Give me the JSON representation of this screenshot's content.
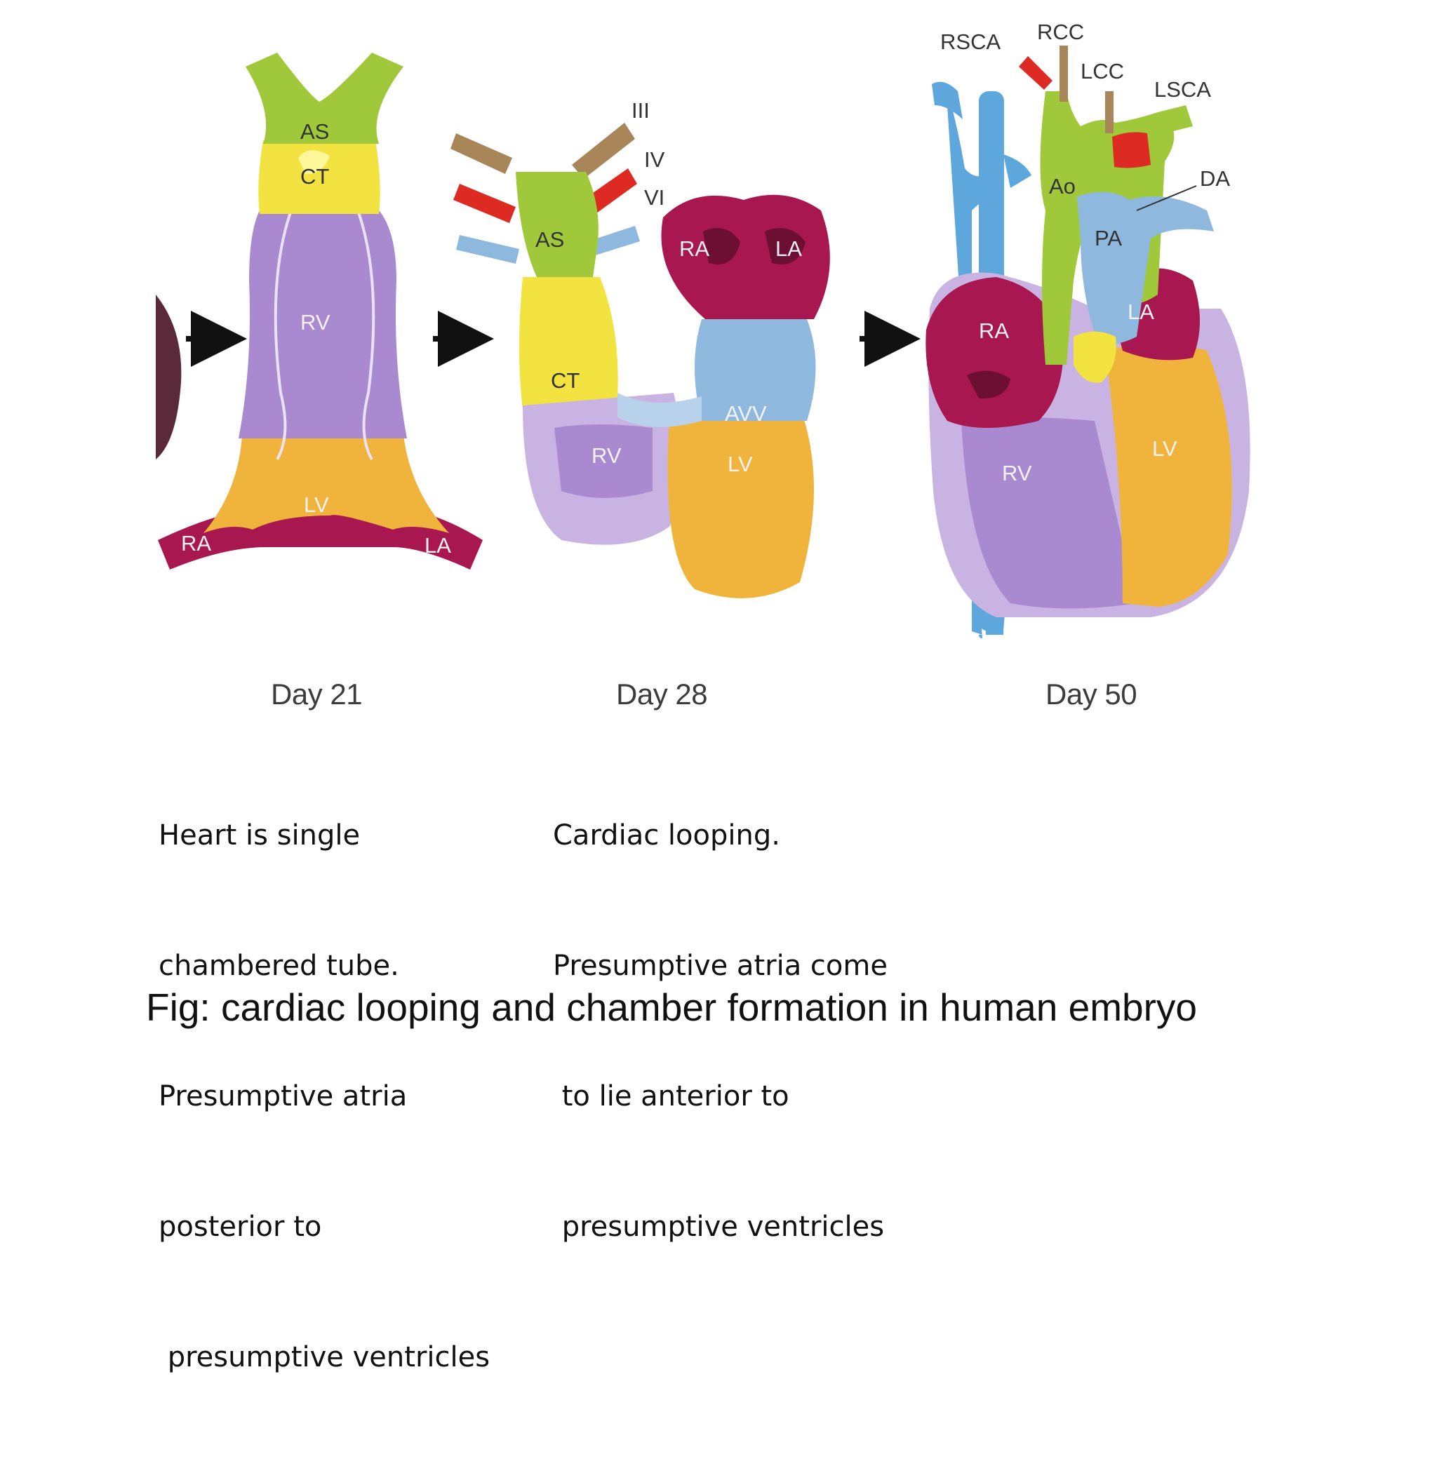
{
  "stages": [
    {
      "day": "Day 21",
      "labels": {
        "as": "AS",
        "ct": "CT",
        "rv": "RV",
        "lv": "LV",
        "ra": "RA",
        "la": "LA"
      },
      "description": [
        "Heart is single",
        "chambered tube.",
        "Presumptive atria",
        "posterior to",
        " presumptive ventricles"
      ]
    },
    {
      "day": "Day 28",
      "labels": {
        "arch3": "III",
        "arch4": "IV",
        "arch6": "VI",
        "as": "AS",
        "ct": "CT",
        "ra": "RA",
        "la": "LA",
        "avv": "AVV",
        "rv": "RV",
        "lv": "LV"
      },
      "description": [
        "Cardiac looping.",
        "Presumptive atria come",
        " to lie anterior to",
        " presumptive ventricles"
      ]
    },
    {
      "day": "Day 50",
      "labels": {
        "rsca": "RSCA",
        "rcc": "RCC",
        "lcc": "LCC",
        "lsca": "LSCA",
        "ao": "Ao",
        "da": "DA",
        "pa": "PA",
        "ra": "RA",
        "la": "LA",
        "rv": "RV",
        "lv": "LV"
      }
    }
  ],
  "caption": "Fig: cardiac looping and chamber formation in human embryo",
  "colors": {
    "arterial_sac": "#9fc93a",
    "conotruncus": "#f2e340",
    "right_ventricle": "#a98ad0",
    "left_ventricle": "#f0b43c",
    "atria": "#a8174f",
    "atrioventricular_valve": "#8fb8df",
    "vessel_blue": "#5ea7dc",
    "aortic_arch_red": "#dd2a22",
    "aortic_arch_brown": "#a8865a"
  }
}
